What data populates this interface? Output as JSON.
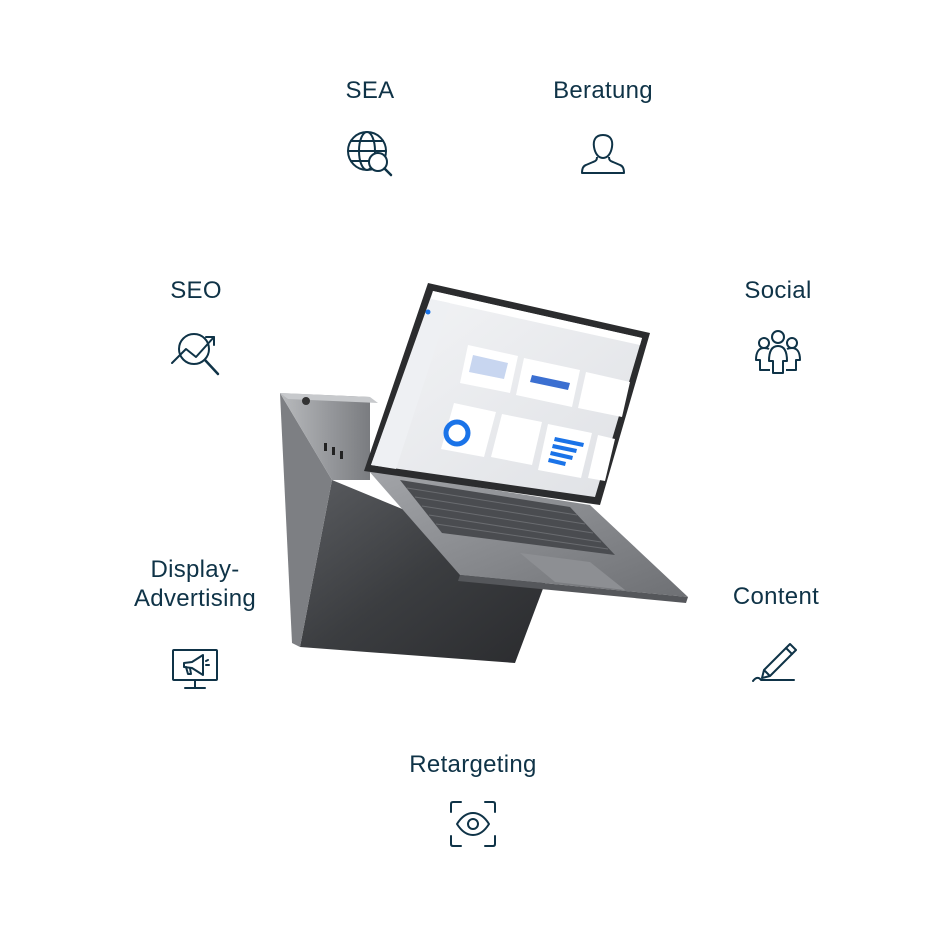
{
  "services": [
    {
      "id": "sea",
      "label": "SEA",
      "icon": "globe-search-icon"
    },
    {
      "id": "beratung",
      "label": "Beratung",
      "icon": "person-icon"
    },
    {
      "id": "seo",
      "label": "SEO",
      "icon": "trend-search-icon"
    },
    {
      "id": "social",
      "label": "Social",
      "icon": "people-group-icon"
    },
    {
      "id": "display",
      "label": "Display-\nAdvertising",
      "icon": "monitor-megaphone-icon"
    },
    {
      "id": "content",
      "label": "Content",
      "icon": "pencil-icon"
    },
    {
      "id": "retargeting",
      "label": "Retargeting",
      "icon": "eye-focus-icon"
    }
  ],
  "colors": {
    "text": "#0f3347",
    "icon": "#0f3347",
    "accent": "#1a73e8"
  },
  "laptop": {
    "icon": "laptop-analytics-image"
  }
}
